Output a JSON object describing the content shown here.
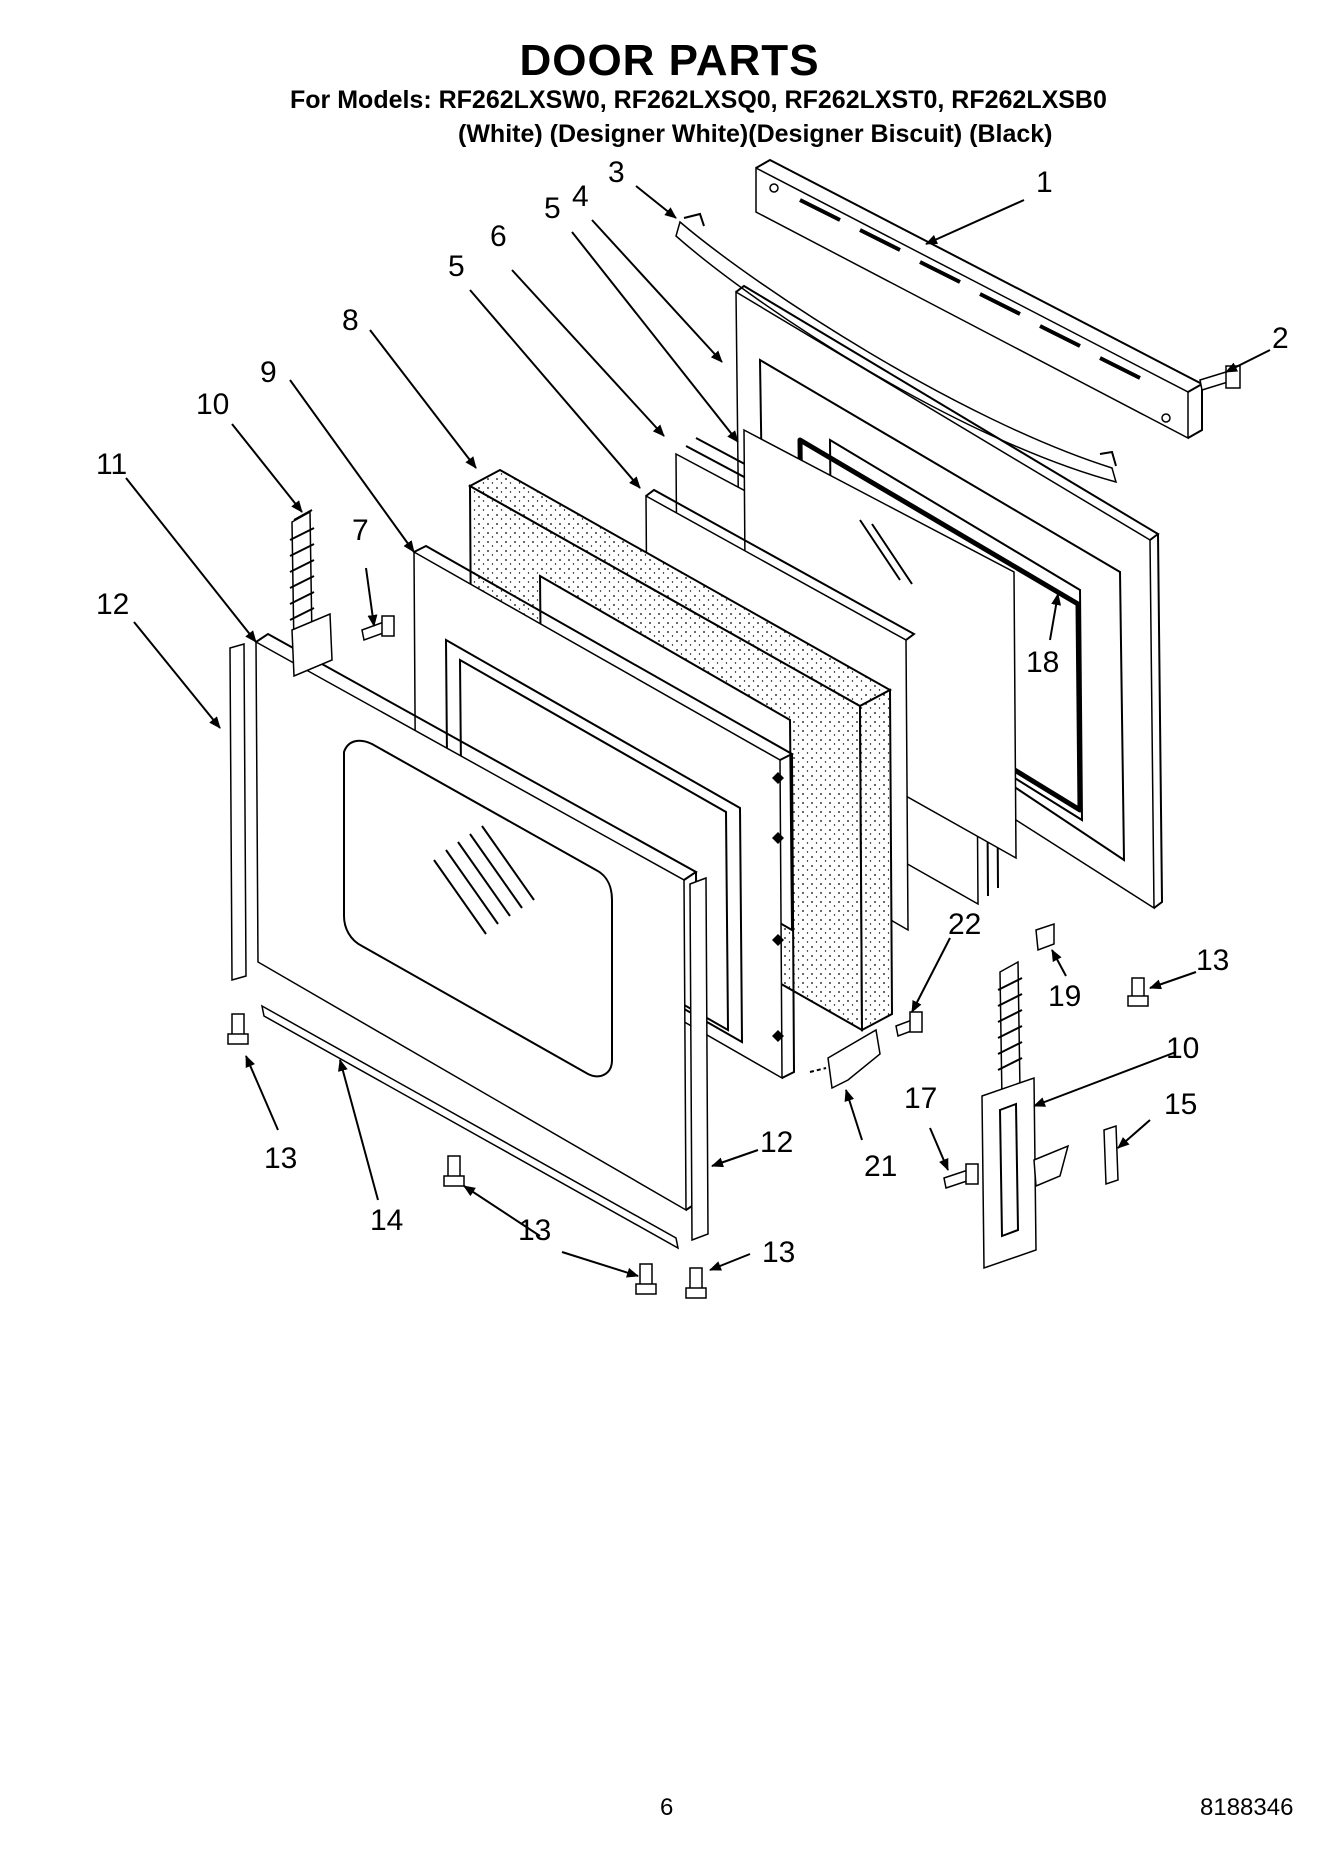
{
  "header": {
    "title": "DOOR PARTS",
    "models_line": "For Models: RF262LXSW0, RF262LXSQ0, RF262LXST0, RF262LXSB0",
    "colors_line": "(White) (Designer White)(Designer Biscuit)  (Black)"
  },
  "callouts": {
    "c1": "1",
    "c2": "2",
    "c3": "3",
    "c4": "4",
    "c5a": "5",
    "c5b": "5",
    "c6": "6",
    "c7": "7",
    "c8": "8",
    "c9": "9",
    "c10a": "10",
    "c10b": "10",
    "c11": "11",
    "c12a": "12",
    "c12b": "12",
    "c13a": "13",
    "c13b": "13",
    "c13c": "13",
    "c13d": "13",
    "c14": "14",
    "c15": "15",
    "c17": "17",
    "c18": "18",
    "c19": "19",
    "c21": "21",
    "c22": "22"
  },
  "footer": {
    "page_number": "6",
    "document_number": "8188346"
  }
}
